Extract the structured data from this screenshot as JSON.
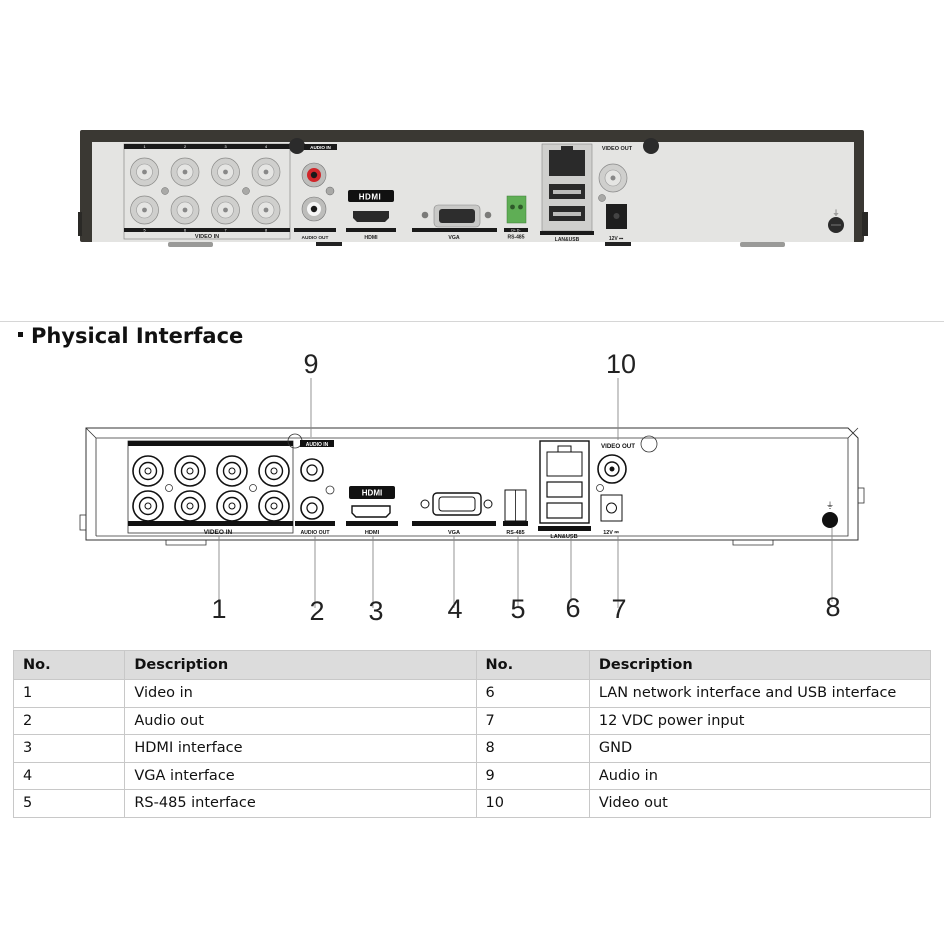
{
  "photo": {
    "labels": {
      "video_in_top_numbers": [
        "1",
        "2",
        "3",
        "4"
      ],
      "video_in_bottom_numbers": [
        "5",
        "6",
        "7",
        "8"
      ],
      "video_in": "VIDEO IN",
      "audio_in": "AUDIO IN",
      "audio_out": "AUDIO OUT",
      "hdmi_logo": "HDMI",
      "hdmi": "HDMI",
      "vga": "VGA",
      "rs485_pins": "D+  D-",
      "rs485": "RS-485",
      "lan_usb": "LAN&USB",
      "video_out": "VIDEO OUT",
      "power": "12V ⎓"
    },
    "colors": {
      "chassis": "#3a3833",
      "panel": "#e4e4e2",
      "audio_in_ring": "#d0262a",
      "rs485_connector": "#5fae55"
    }
  },
  "heading": {
    "bullet": "▪",
    "title": "Physical Interface"
  },
  "diagram": {
    "labels": {
      "video_in": "VIDEO IN",
      "audio_in": "AUDIO IN",
      "audio_out": "AUDIO OUT",
      "hdmi_logo": "HDMI",
      "hdmi": "HDMI",
      "vga": "VGA",
      "rs485": "RS-485",
      "lan_usb": "LAN&USB",
      "video_out": "VIDEO OUT",
      "power": "12V ⎓"
    },
    "callouts": [
      "1",
      "2",
      "3",
      "4",
      "5",
      "6",
      "7",
      "8",
      "9",
      "10"
    ]
  },
  "table": {
    "headers": [
      "No.",
      "Description",
      "No.",
      "Description"
    ],
    "rows": [
      {
        "no_left": "1",
        "desc_left": "Video in",
        "no_right": "6",
        "desc_right": "LAN network interface and USB interface"
      },
      {
        "no_left": "2",
        "desc_left": "Audio out",
        "no_right": "7",
        "desc_right": "12 VDC power input"
      },
      {
        "no_left": "3",
        "desc_left": "HDMI interface",
        "no_right": "8",
        "desc_right": "GND"
      },
      {
        "no_left": "4",
        "desc_left": "VGA interface",
        "no_right": "9",
        "desc_right": "Audio in"
      },
      {
        "no_left": "5",
        "desc_left": "RS-485 interface",
        "no_right": "10",
        "desc_right": "Video out"
      }
    ]
  }
}
